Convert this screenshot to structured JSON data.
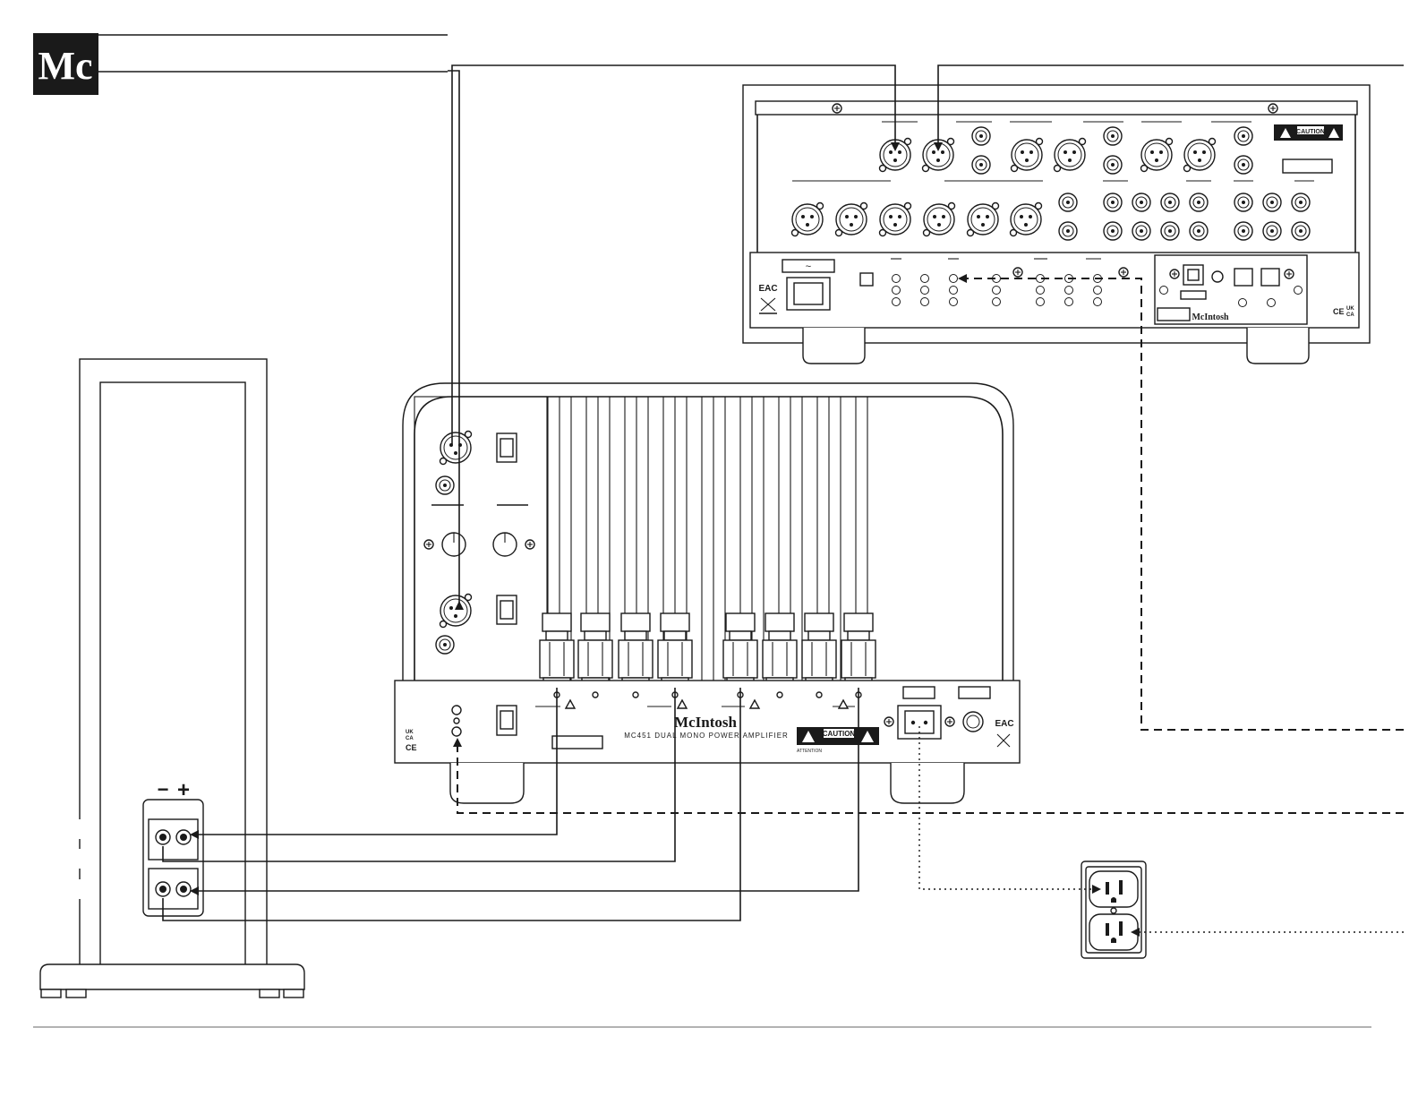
{
  "logo": {
    "text": "Mc"
  },
  "amplifier": {
    "brand": "McIntosh",
    "model_label": "MC451 DUAL MONO POWER AMPLIFIER",
    "caution_label": "CAUTION",
    "attention_label": "ATTENTION",
    "cert_left": [
      "UK",
      "CA",
      "CE"
    ],
    "cert_right": "EAC"
  },
  "preamp": {
    "brand": "McIntosh",
    "caution_label": "CAUTION",
    "cert_left": "EAC",
    "cert_right": [
      "CE",
      "UK",
      "CA"
    ]
  },
  "speaker": {
    "minus_label": "−",
    "plus_label": "+"
  },
  "colors": {
    "line": "#1a1a1a",
    "background": "#ffffff",
    "rule": "#999999"
  }
}
